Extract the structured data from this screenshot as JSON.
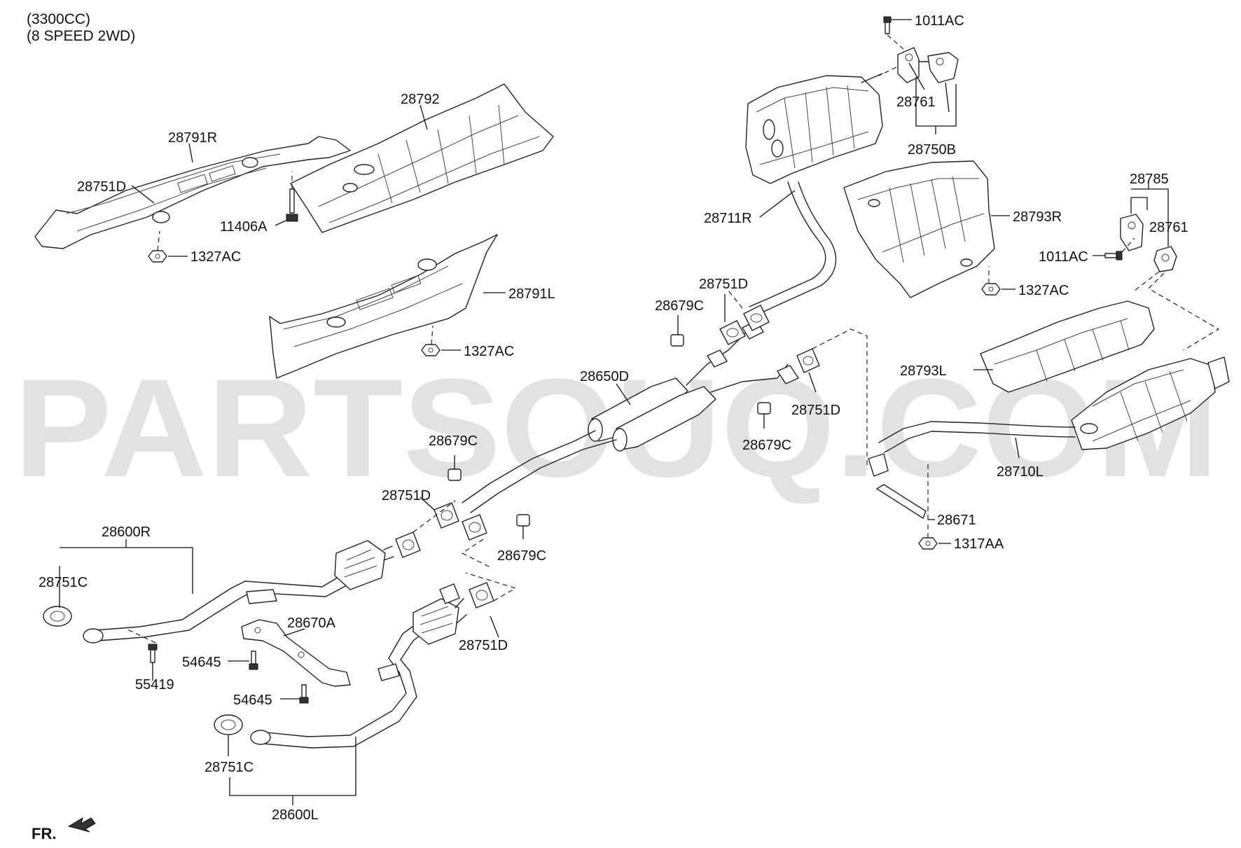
{
  "header": {
    "engine": "(3300CC)",
    "drive": "(8 SPEED 2WD)"
  },
  "watermark": "PARTSOUQ.COM",
  "front_marker": "FR.",
  "callouts": {
    "c_1011AC_top": "1011AC",
    "c_28761_top": "28761",
    "c_28750B": "28750B",
    "c_28792": "28792",
    "c_28791R": "28791R",
    "c_28751D_sheet": "28751D",
    "c_11406A": "11406A",
    "c_1327AC_left": "1327AC",
    "c_28791L": "28791L",
    "c_1327AC_mid": "1327AC",
    "c_28711R": "28711R",
    "c_28751D_upper": "28751D",
    "c_28679C_upper": "28679C",
    "c_28793R": "28793R",
    "c_28785": "28785",
    "c_28761_right": "28761",
    "c_1011AC_right": "1011AC",
    "c_1327AC_right": "1327AC",
    "c_28650D": "28650D",
    "c_28793L": "28793L",
    "c_28751D_right": "28751D",
    "c_28679C_center": "28679C",
    "c_28679C_left": "28679C",
    "c_28751D_left": "28751D",
    "c_28710L": "28710L",
    "c_28671": "28671",
    "c_1317AA": "1317AA",
    "c_28600R": "28600R",
    "c_28751C_upper": "28751C",
    "c_28679C_lower": "28679C",
    "c_28670A": "28670A",
    "c_54645_upper": "54645",
    "c_55419": "55419",
    "c_28751D_lower": "28751D",
    "c_54645_lower": "54645",
    "c_28751C_lower": "28751C",
    "c_28600L": "28600L"
  }
}
